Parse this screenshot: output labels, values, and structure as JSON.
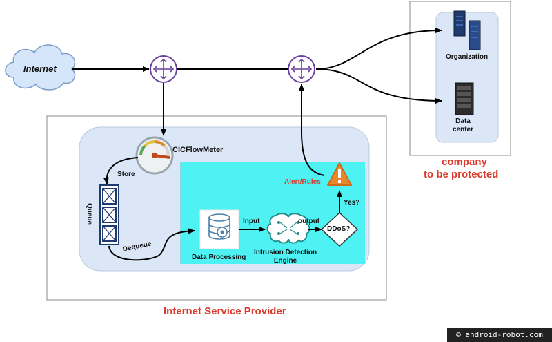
{
  "internet": {
    "label": "Internet"
  },
  "company": {
    "organization_label": "Organization",
    "datacenter_label": "Data\ncenter",
    "title_line1": "company",
    "title_line2": "to be protected"
  },
  "isp": {
    "title": "Internet Service Provider",
    "flowmeter_label": "CICFlowMeter",
    "store_label": "Store",
    "queue_label": "Queue",
    "dequeue_label": "Dequeue",
    "data_processing_label": "Data Processing",
    "input_label": "Input",
    "engine_label": "Intrusion Detection\nEngine",
    "output_label": "output",
    "ddos_label": "DDoS?",
    "yes_label": "Yes?",
    "alert_label": "Alert/Rules"
  },
  "watermark": {
    "text": "© android-robot.com"
  },
  "colors": {
    "isp_panel": "#dbe7f7",
    "cyan_panel": "#4ff2f2",
    "router": "#6a3fa0",
    "alert_accent": "#d93a2b",
    "watermark_bg": "#222222"
  }
}
